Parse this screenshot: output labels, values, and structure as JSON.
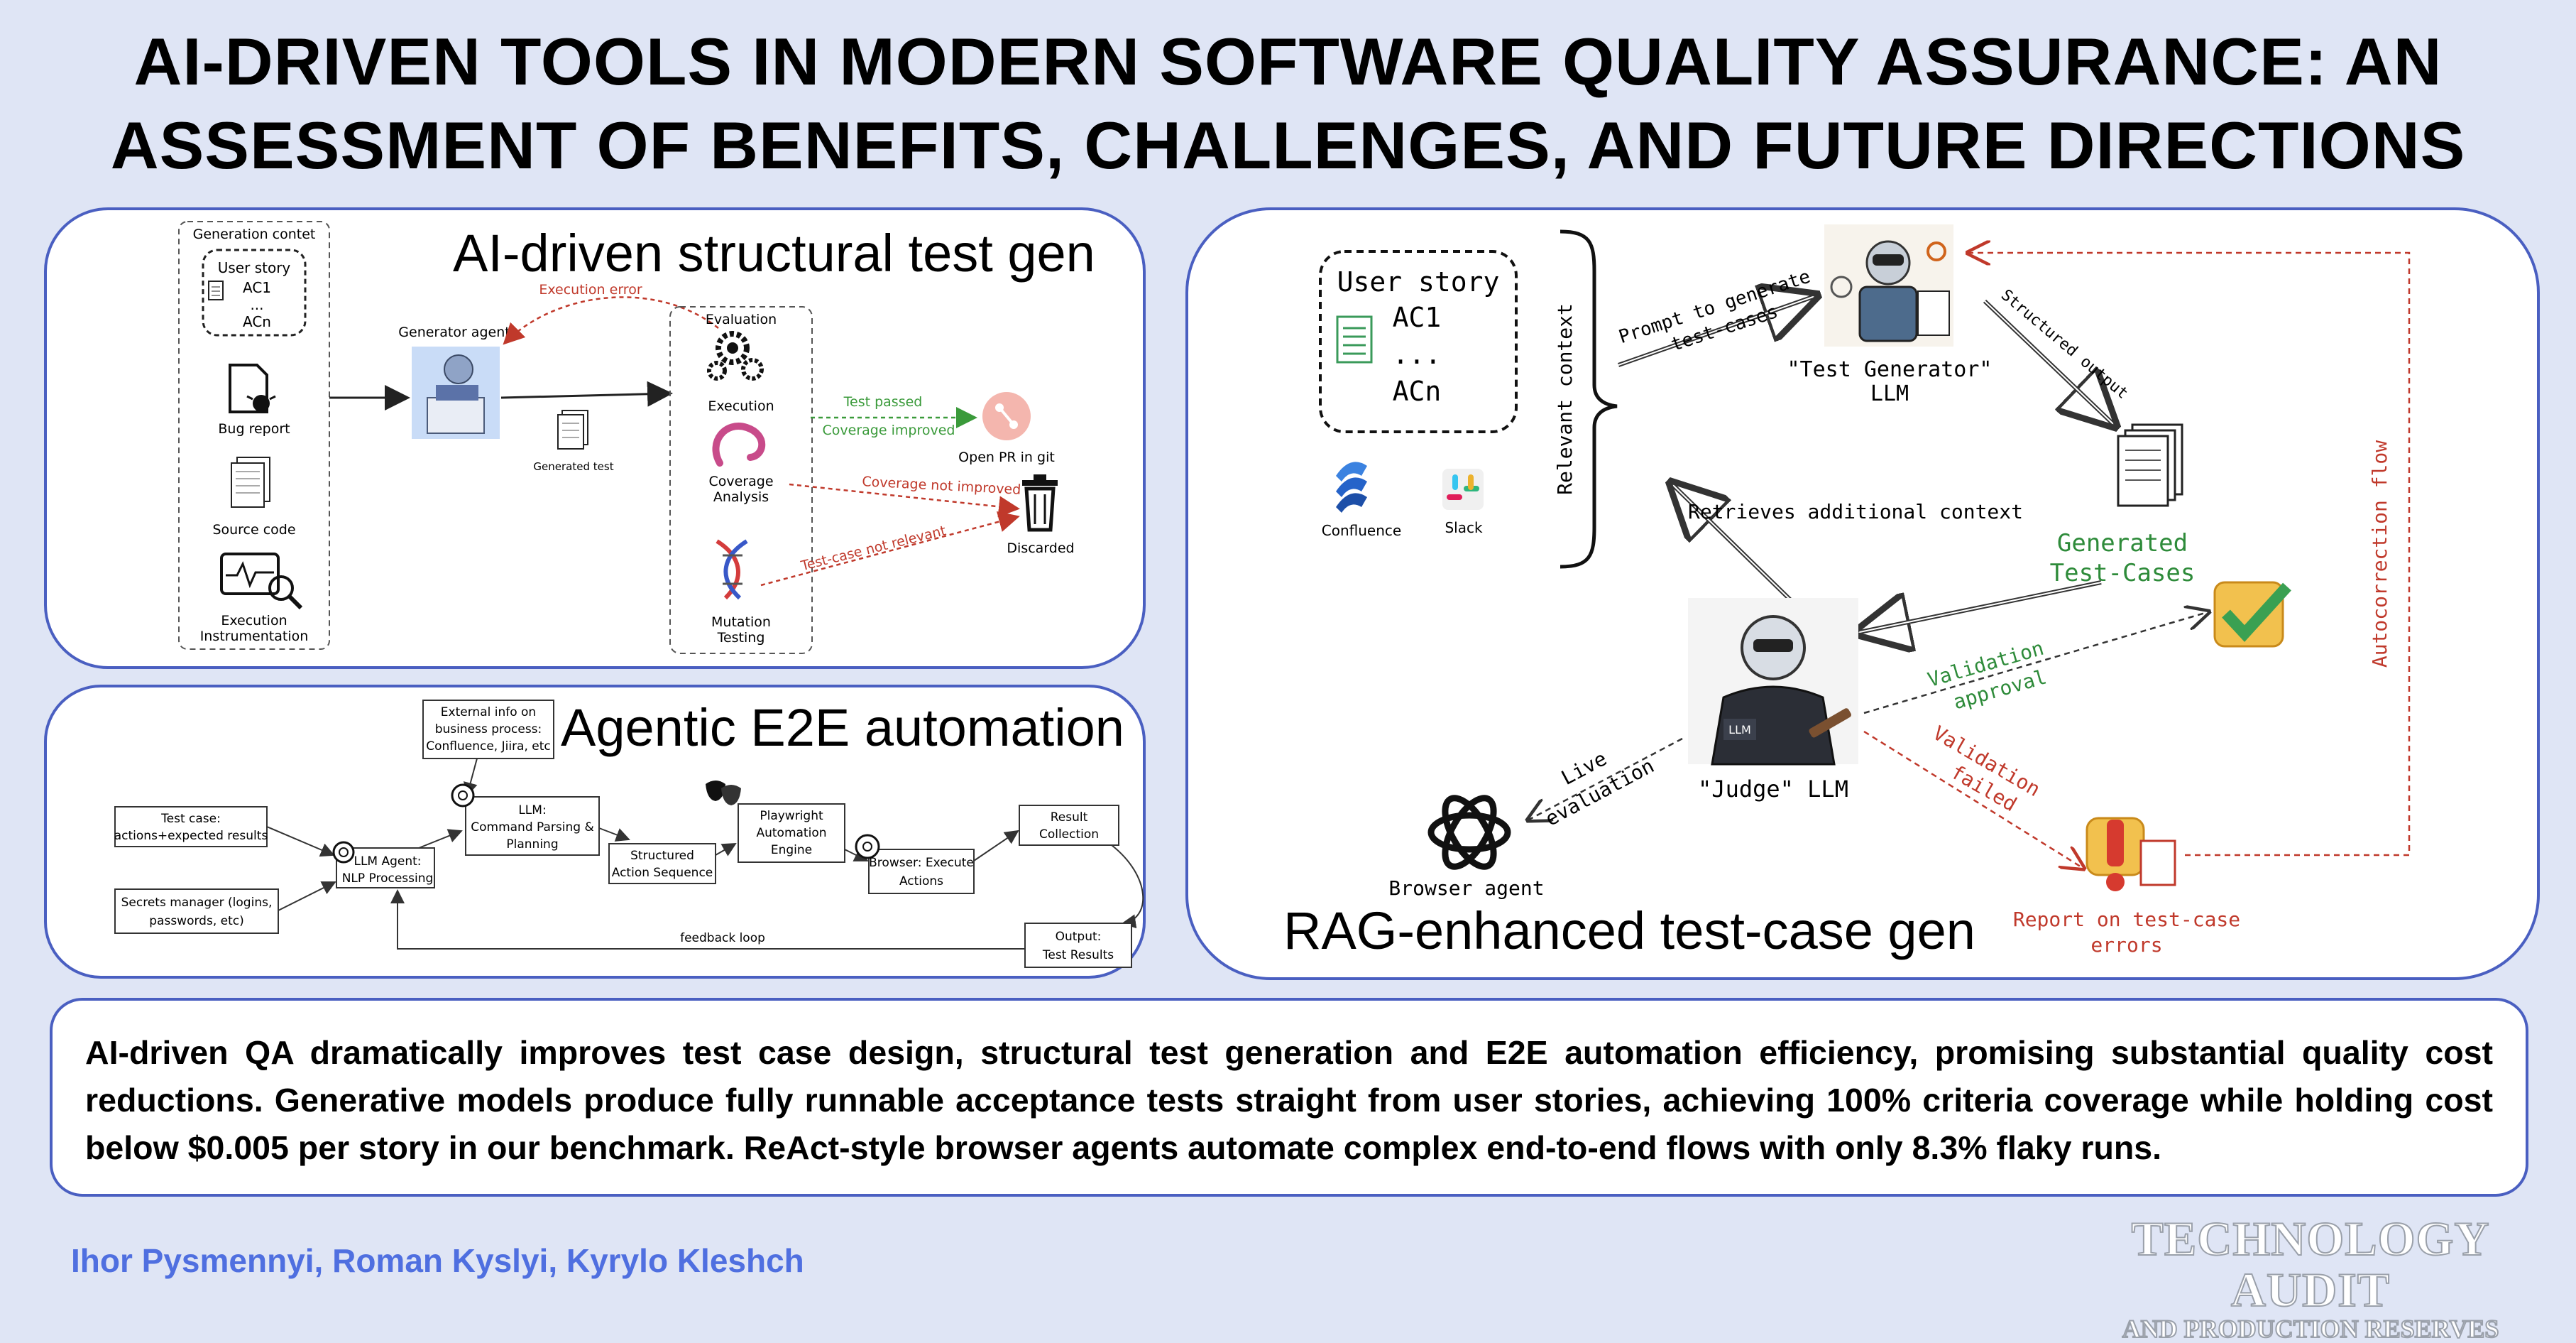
{
  "title_line1": "AI-DRIVEN TOOLS IN MODERN SOFTWARE QUALITY ASSURANCE: AN",
  "title_line2": "ASSESSMENT OF BENEFITS, CHALLENGES, AND FUTURE DIRECTIONS",
  "structural": {
    "title": "AI-driven structural test gen",
    "generation_context": "Generation contet",
    "user_story": "User story",
    "ac1": "AC1",
    "dots": "...",
    "acn": "ACn",
    "bug_report": "Bug report",
    "source_code": "Source code",
    "execution_instr_1": "Execution",
    "execution_instr_2": "Instrumentation",
    "generator_agent": "Generator agent",
    "generated_test": "Generated test",
    "execution_error": "Execution error",
    "evaluation": "Evaluation",
    "execution": "Execution",
    "coverage_1": "Coverage",
    "coverage_2": "Analysis",
    "mutation_1": "Mutation",
    "mutation_2": "Testing",
    "test_passed": "Test passed",
    "coverage_improved": "Coverage improved",
    "open_pr": "Open PR in git",
    "coverage_not_improved": "Coverage not improved",
    "test_case_not_relevant": "Test-case not relevant",
    "discarded": "Discarded"
  },
  "e2e": {
    "title": "Agentic E2E automation",
    "external_1": "External info on",
    "external_2": "business process:",
    "external_3": "Confluence, Jiira, etc",
    "test_case_1": "Test case:",
    "test_case_2": "actions+expected results",
    "secrets_1": "Secrets manager (logins,",
    "secrets_2": "passwords, etc)",
    "llm_agent_1": "LLM Agent:",
    "llm_agent_2": "NLP Processing",
    "llm_1": "LLM:",
    "llm_2": "Command Parsing &",
    "llm_3": "Planning",
    "structured_1": "Structured",
    "structured_2": "Action Sequence",
    "playwright_1": "Playwright",
    "playwright_2": "Automation",
    "playwright_3": "Engine",
    "browser_1": "Browser: Execute",
    "browser_2": "Actions",
    "result_1": "Result",
    "result_2": "Collection",
    "output_1": "Output:",
    "output_2": "Test Results",
    "feedback": "feedback loop"
  },
  "rag": {
    "title": "RAG-enhanced test-case gen",
    "user_story": "User story",
    "ac1": "AC1",
    "dots": "...",
    "acn": "ACn",
    "relevant_context": "Relevant context",
    "confluence": "Confluence",
    "slack": "Slack",
    "prompt_1": "Prompt to generate",
    "prompt_2": "test-cases",
    "test_generator_1": "\"Test Generator\"",
    "test_generator_2": "LLM",
    "structured_output": "Structured output",
    "generated_1": "Generated",
    "generated_2": "Test-Cases",
    "retrieves": "Retrieves additional context",
    "autocorrection": "Autocorrection flow",
    "validation_approval_1": "Validation",
    "validation_approval_2": "approval",
    "validation_failed_1": "Validation",
    "validation_failed_2": "failed",
    "judge": "\"Judge\" LLM",
    "judge_badge": "LLM",
    "live_1": "Live",
    "live_2": "evaluation",
    "browser_agent": "Browser agent",
    "report_1": "Report on test-case",
    "report_2": "errors"
  },
  "summary": "AI-driven QA dramatically improves test case design, structural test generation and E2E automation efficiency, promising substantial quality cost reductions. Generative models produce fully runnable acceptance tests straight from user stories, achieving 100% criteria coverage while holding cost below $0.005 per story in our benchmark. ReAct-style browser agents automate complex end-to-end flows with only 8.3% flaky runs.",
  "authors": "Ihor Pysmennyi, Roman Kyslyi, Kyrylo Kleshch",
  "journal_1": "TECHNOLOGY AUDIT",
  "journal_2": "AND PRODUCTION RESERVES",
  "colors": {
    "panel_border": "#4a5fc1",
    "error_red": "#c0392b",
    "pass_green": "#3a9a3a",
    "author_blue": "#4f6fe0",
    "background": "#dfe5f5"
  }
}
